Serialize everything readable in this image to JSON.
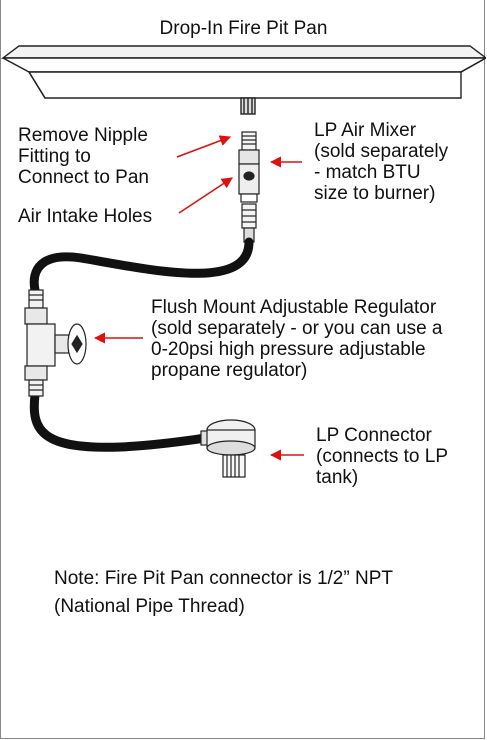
{
  "title": "Drop-In Fire Pit Pan",
  "labels": {
    "nipple": [
      "Remove Nipple",
      "Fitting to",
      "Connect to Pan"
    ],
    "intake": "Air Intake Holes",
    "mixer": [
      "LP Air Mixer",
      "(sold separately",
      "- match BTU",
      "size to burner)"
    ],
    "regulator": [
      "Flush Mount Adjustable Regulator",
      "(sold separately - or you can use a",
      "0-20psi high pressure adjustable",
      "propane regulator)"
    ],
    "connector": [
      "LP Connector",
      "(connects to LP",
      "tank)"
    ]
  },
  "note": [
    "Note: Fire Pit Pan connector is 1/2” NPT",
    "(National Pipe Thread)"
  ],
  "colors": {
    "arrow": "#dd1111",
    "hose": "#111111",
    "line": "#222222"
  }
}
